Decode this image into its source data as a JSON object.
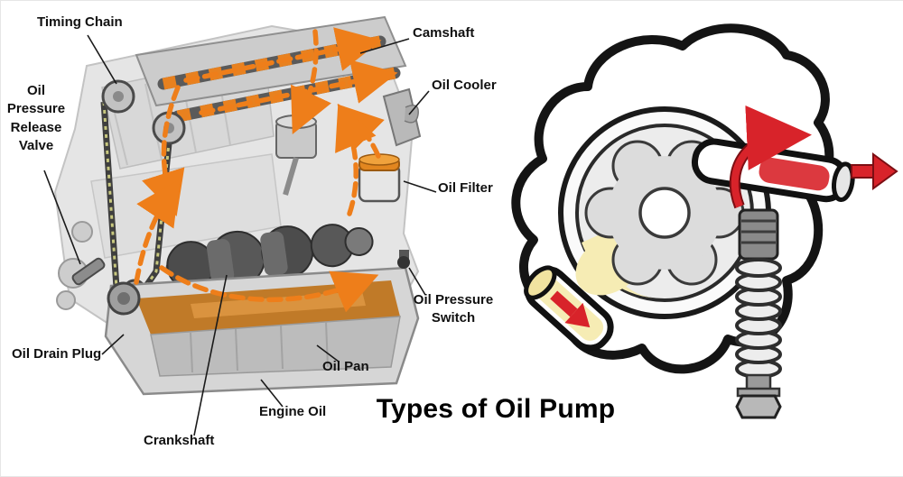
{
  "title": "Types of Oil Pump",
  "labels": {
    "timing_chain": "Timing Chain",
    "camshaft": "Camshaft",
    "oil_cooler": "Oil Cooler",
    "oil_pressure_release_valve": "Oil Pressure Release Valve",
    "oil_filter": "Oil Filter",
    "oil_pressure_switch": "Oil Pressure Switch",
    "oil_drain_plug": "Oil Drain Plug",
    "oil_pan": "Oil Pan",
    "engine_oil": "Engine Oil",
    "crankshaft": "Crankshaft"
  },
  "colors": {
    "flow_arrow_orange": "#ee7e1a",
    "pump_arrow_red": "#d8232a",
    "pump_arrow_red_dark": "#7c0e13",
    "oil_yellow": "#f6ecb4",
    "oil_brown": "#c07a28",
    "outline_black": "#141414",
    "label_text": "#111111",
    "background": "#ffffff"
  }
}
